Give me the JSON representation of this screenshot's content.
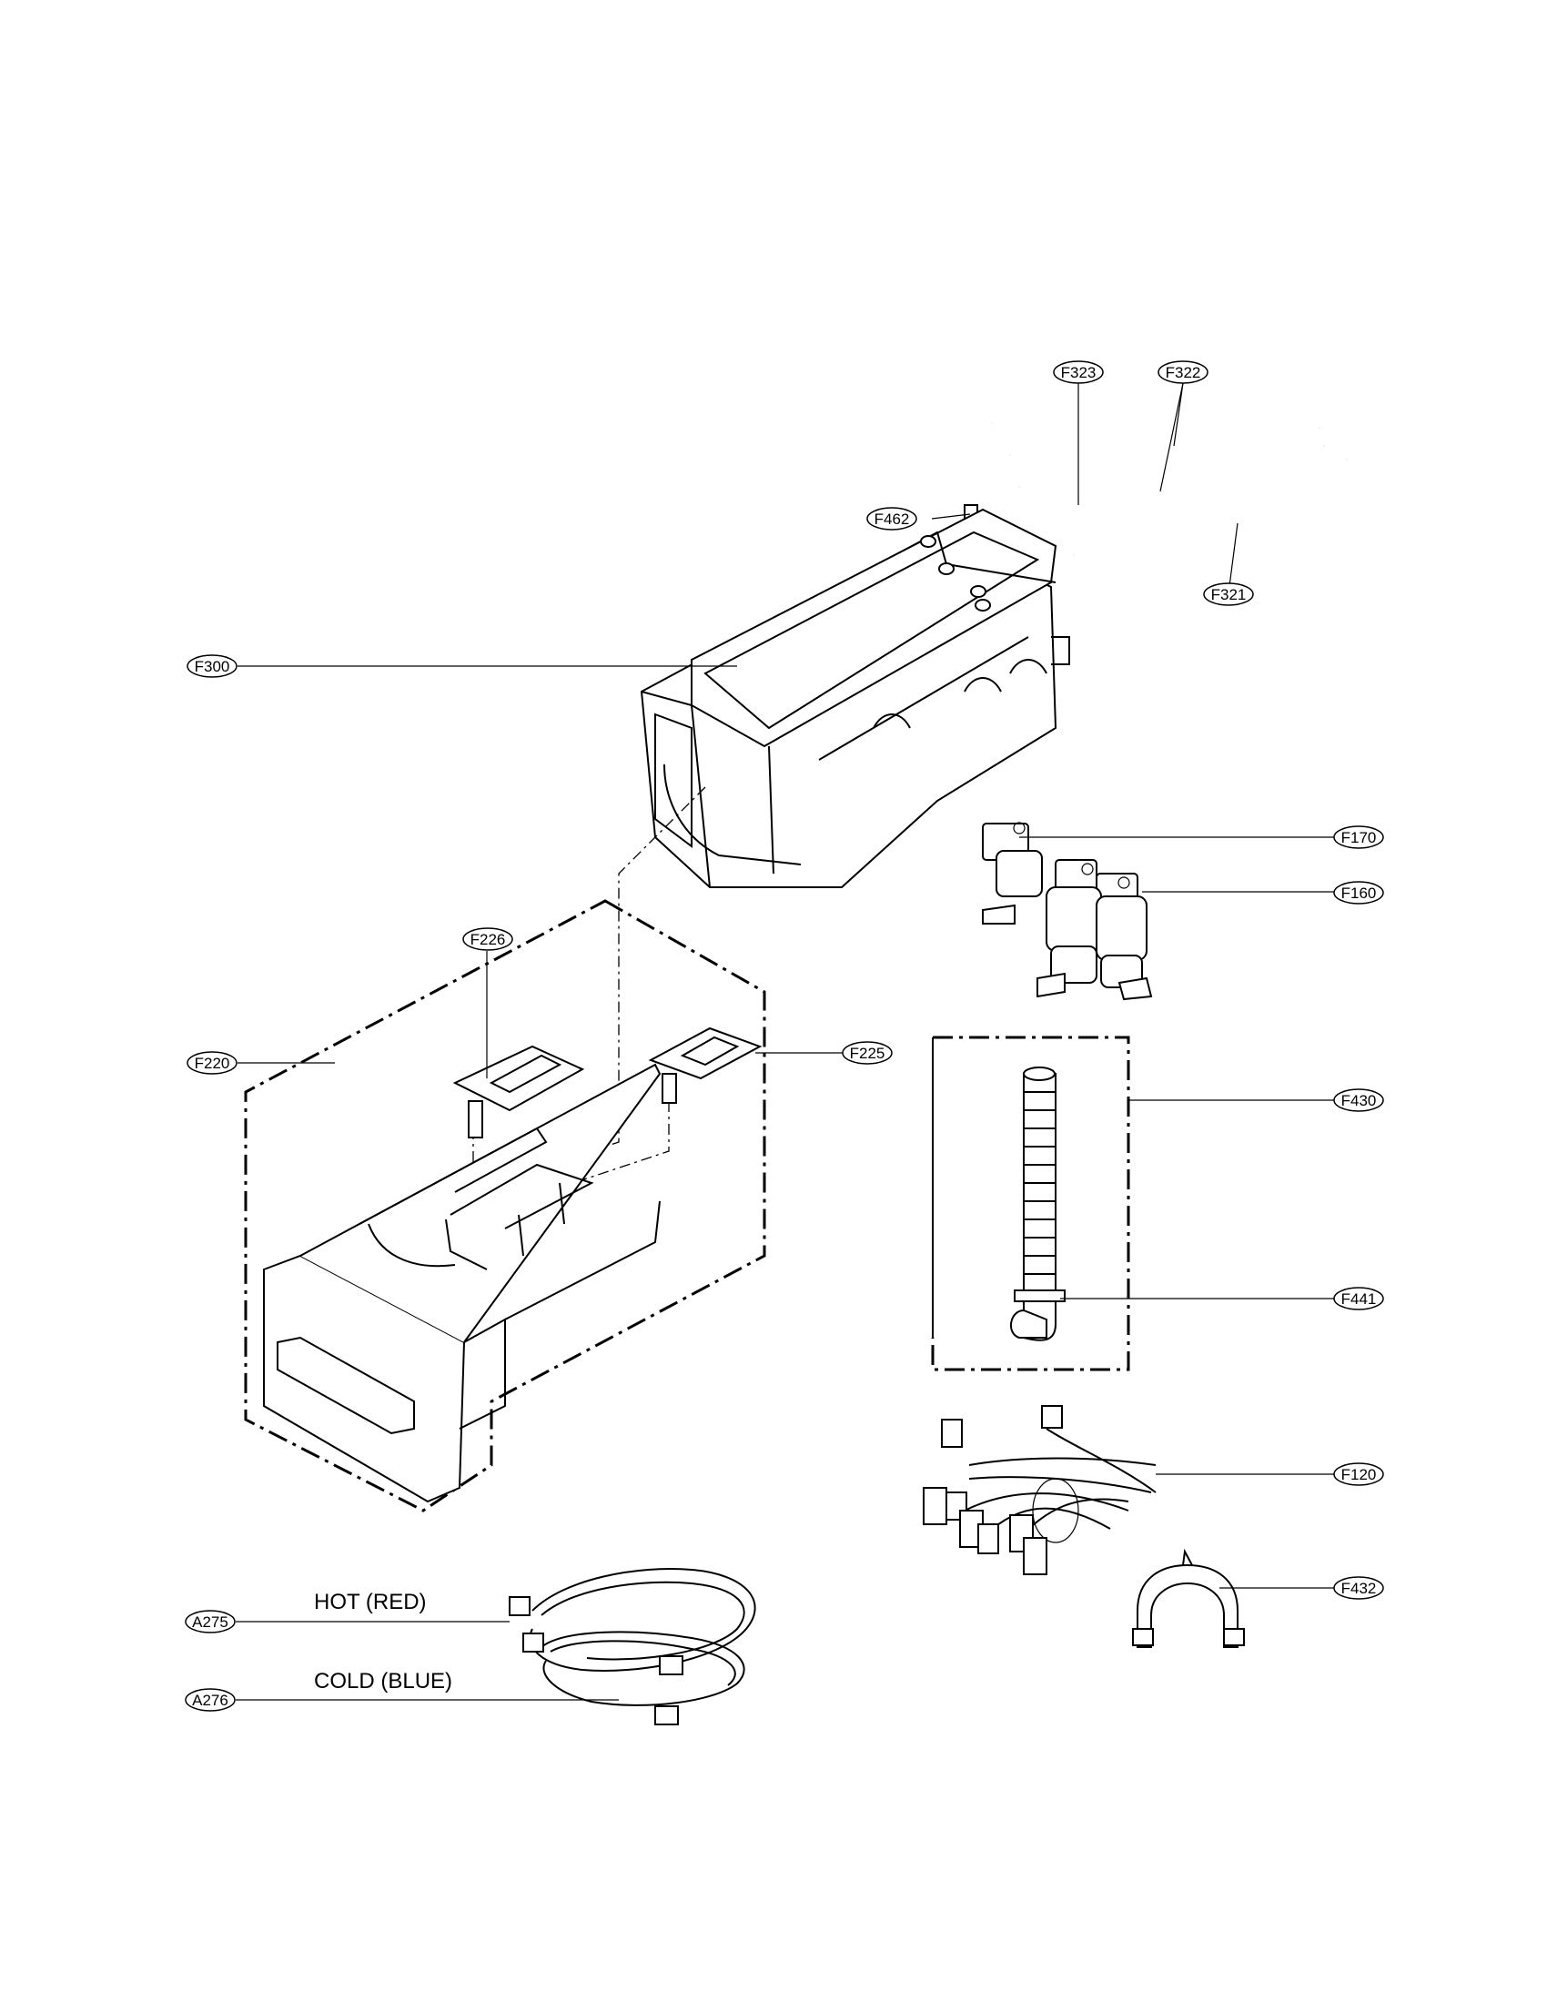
{
  "labels": {
    "F323": "F323",
    "F322": "F322",
    "F462": "F462",
    "F321": "F321",
    "F300": "F300",
    "F170": "F170",
    "F160": "F160",
    "F226": "F226",
    "F225": "F225",
    "F220": "F220",
    "F430": "F430",
    "F441": "F441",
    "F120": "F120",
    "F432": "F432",
    "A275": "A275",
    "A276": "A276"
  },
  "captions": {
    "hot": "HOT (RED)",
    "cold": "COLD (BLUE)"
  }
}
